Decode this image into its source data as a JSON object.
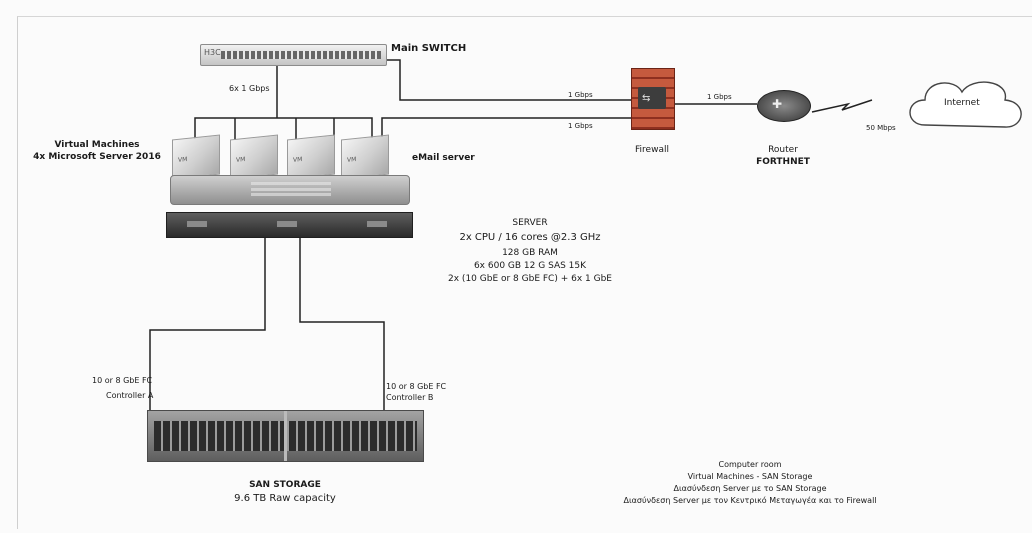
{
  "switch": {
    "title": "Main SWITCH",
    "link_label": "6x 1 Gbps"
  },
  "vms": {
    "title": "Virtual Machines",
    "subtitle": "4x Microsoft Server 2016",
    "email_label": "eMail server"
  },
  "server": {
    "title": "SERVER",
    "specs": [
      "2x CPU / 16 cores @2.3 GHz",
      "128 GB RAM",
      "6x 600 GB 12 G SAS 15K",
      "2x (10 GbE or 8 GbE FC) + 6x 1 GbE"
    ]
  },
  "links": {
    "switch_firewall": "1 Gbps",
    "server_firewall": "1 Gbps",
    "firewall_router": "1 Gbps",
    "router_internet": "50 Mbps"
  },
  "firewall": {
    "label": "Firewall"
  },
  "router": {
    "label": "Router",
    "sublabel": "FORTHNET"
  },
  "internet": {
    "label": "Internet"
  },
  "controllers": {
    "a_speed": "10 or 8 GbE FC",
    "a_name": "Controller A",
    "b_speed": "10 or 8 GbE FC",
    "b_name": "Controller B"
  },
  "san": {
    "title": "SAN STORAGE",
    "capacity": "9.6 TB Raw capacity"
  },
  "caption": [
    "Computer room",
    "Virtual Machines - SAN Storage",
    "Διασύνδεση Server με το SAN Storage",
    "Διασύνδεση Server με τον Κεντρικό Μεταγωγέα και το Firewall"
  ],
  "icons": [
    "switch-icon",
    "vm-icon",
    "server-icon",
    "firewall-icon",
    "router-icon",
    "cloud-icon",
    "san-storage-icon"
  ]
}
